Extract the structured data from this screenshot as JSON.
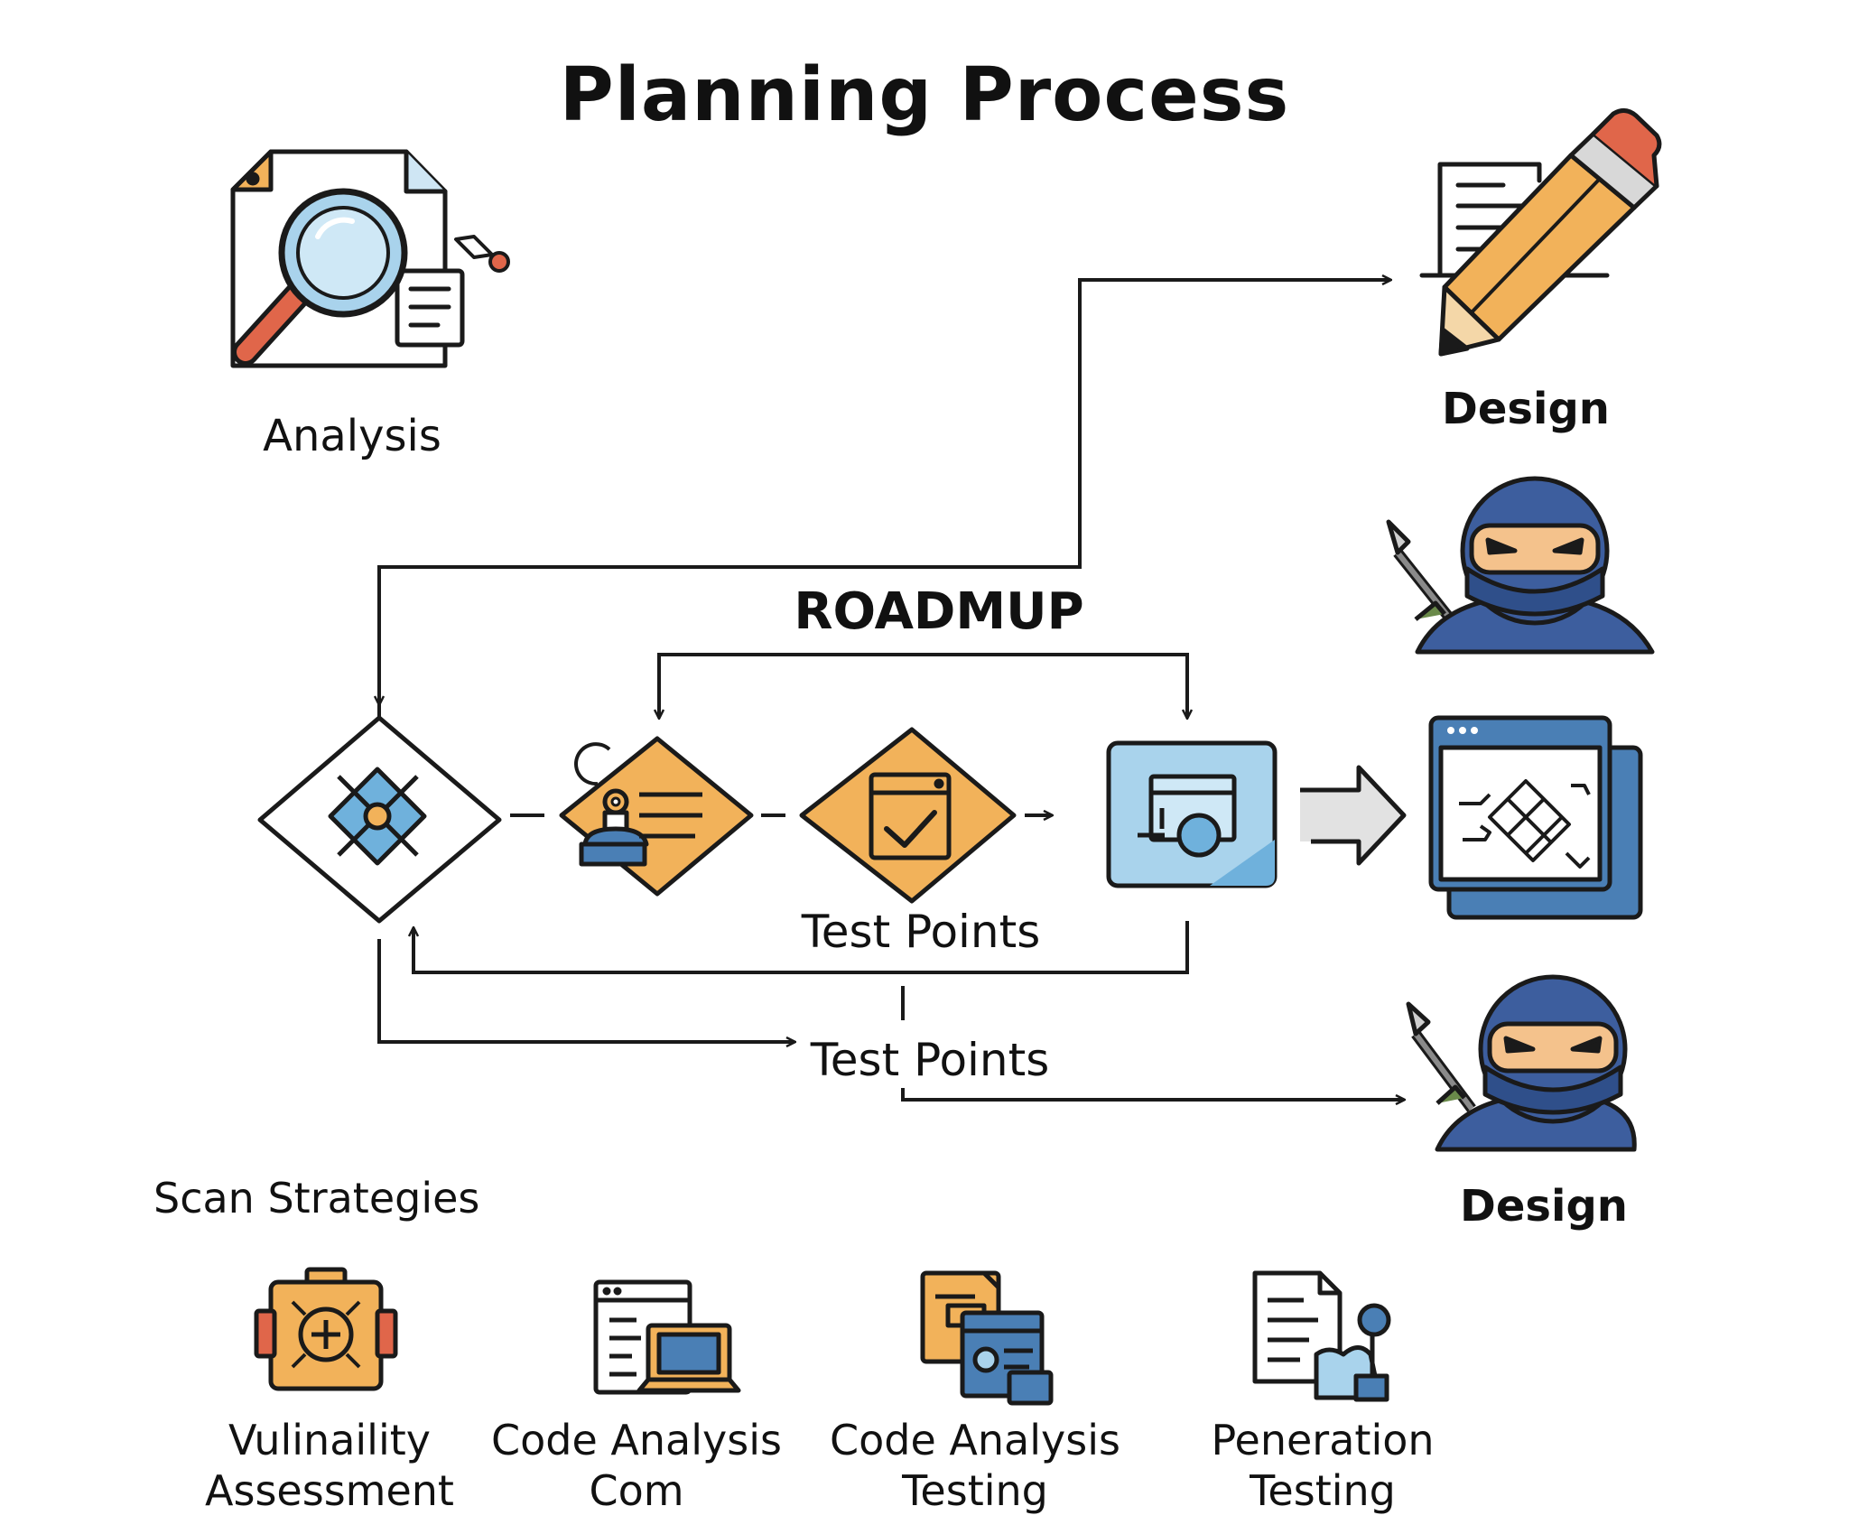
{
  "title": "Planning Process",
  "labels": {
    "analysis": "Analysis",
    "design_top": "Design",
    "roadmup": "ROADMUP",
    "test_points_1": "Test Points",
    "test_points_2": "Test Points",
    "scan_strategies": "Scan Strategies",
    "design_bottom": "Design"
  },
  "strategies": [
    {
      "line1": "Vulinaility",
      "line2": "Assessment",
      "icon": "toolbox-icon"
    },
    {
      "line1": "Code Analysis",
      "line2": "Com",
      "icon": "code-window-icon"
    },
    {
      "line1": "Code Analysis",
      "line2": "Testing",
      "icon": "code-files-icon"
    },
    {
      "line1": "Peneration",
      "line2": "Testing",
      "icon": "pentest-document-icon"
    }
  ],
  "colors": {
    "orange": "#F2B25A",
    "blue": "#4A7FB5",
    "light_blue": "#A9D3EC",
    "ninja_blue": "#3D5E9E",
    "skin": "#F4C28C",
    "red": "#E0664A",
    "line": "#1A1A1A"
  }
}
